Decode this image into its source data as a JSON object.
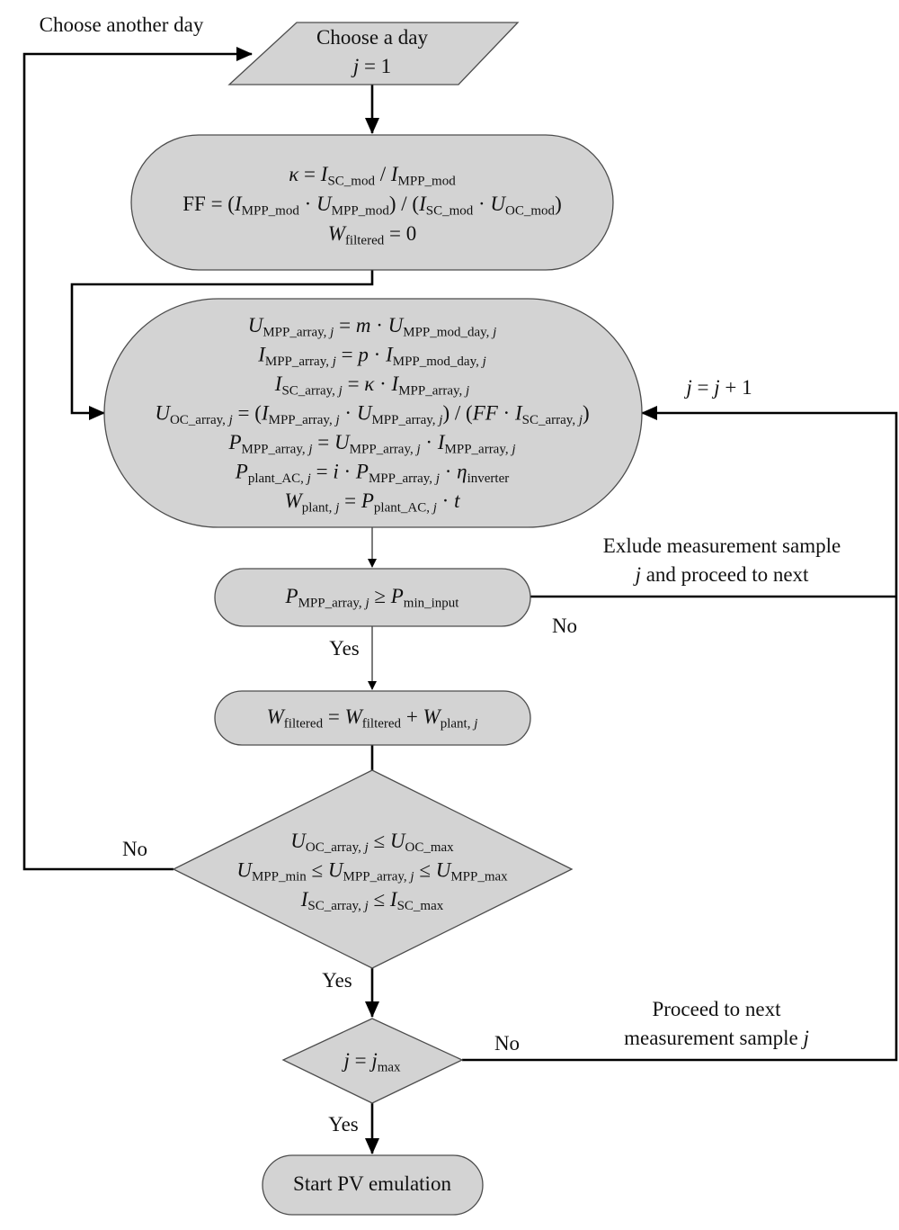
{
  "nodes": {
    "start": {
      "lines": [
        [
          {
            "t": "Choose a day"
          }
        ],
        [
          {
            "t": "j",
            "i": 1
          },
          {
            "t": " = 1"
          }
        ]
      ]
    },
    "init": {
      "lines": [
        [
          {
            "t": "κ",
            "i": 1
          },
          {
            "t": " = "
          },
          {
            "t": "I",
            "i": 1
          },
          {
            "t": "SC_mod",
            "s": 1
          },
          {
            "t": " / "
          },
          {
            "t": "I",
            "i": 1
          },
          {
            "t": "MPP_mod",
            "s": 1
          }
        ],
        [
          {
            "t": "FF = ("
          },
          {
            "t": "I",
            "i": 1
          },
          {
            "t": "MPP_mod",
            "s": 1
          },
          {
            "t": " · "
          },
          {
            "t": "U",
            "i": 1
          },
          {
            "t": "MPP_mod",
            "s": 1
          },
          {
            "t": ") / ("
          },
          {
            "t": "I",
            "i": 1
          },
          {
            "t": "SC_mod",
            "s": 1
          },
          {
            "t": " · "
          },
          {
            "t": "U",
            "i": 1
          },
          {
            "t": "OC_mod",
            "s": 1
          },
          {
            "t": ")"
          }
        ],
        [
          {
            "t": "W",
            "i": 1
          },
          {
            "t": "filtered",
            "s": 1
          },
          {
            "t": " = 0"
          }
        ]
      ]
    },
    "compute": {
      "lines": [
        [
          {
            "t": "U",
            "i": 1
          },
          {
            "t": "MPP_array, ",
            "s": 1
          },
          {
            "t": "j",
            "s": 1,
            "i": 1
          },
          {
            "t": " = "
          },
          {
            "t": "m",
            "i": 1
          },
          {
            "t": " · "
          },
          {
            "t": "U",
            "i": 1
          },
          {
            "t": "MPP_mod_day, ",
            "s": 1
          },
          {
            "t": "j",
            "s": 1,
            "i": 1
          }
        ],
        [
          {
            "t": "I",
            "i": 1
          },
          {
            "t": "MPP_array, ",
            "s": 1
          },
          {
            "t": "j",
            "s": 1,
            "i": 1
          },
          {
            "t": " = "
          },
          {
            "t": "p",
            "i": 1
          },
          {
            "t": " · "
          },
          {
            "t": "I",
            "i": 1
          },
          {
            "t": "MPP_mod_day, ",
            "s": 1
          },
          {
            "t": "j",
            "s": 1,
            "i": 1
          }
        ],
        [
          {
            "t": "I",
            "i": 1
          },
          {
            "t": "SC_array, ",
            "s": 1
          },
          {
            "t": "j",
            "s": 1,
            "i": 1
          },
          {
            "t": " = "
          },
          {
            "t": "κ",
            "i": 1
          },
          {
            "t": "  · "
          },
          {
            "t": "I",
            "i": 1
          },
          {
            "t": "MPP_array, ",
            "s": 1
          },
          {
            "t": "j",
            "s": 1,
            "i": 1
          }
        ],
        [
          {
            "t": "U",
            "i": 1
          },
          {
            "t": "OC_array, ",
            "s": 1
          },
          {
            "t": "j",
            "s": 1,
            "i": 1
          },
          {
            "t": " = ("
          },
          {
            "t": "I",
            "i": 1
          },
          {
            "t": "MPP_array, ",
            "s": 1
          },
          {
            "t": "j",
            "s": 1,
            "i": 1
          },
          {
            "t": " · "
          },
          {
            "t": "U",
            "i": 1
          },
          {
            "t": "MPP_array, ",
            "s": 1
          },
          {
            "t": "j",
            "s": 1,
            "i": 1
          },
          {
            "t": ") / ("
          },
          {
            "t": "FF",
            "i": 1
          },
          {
            "t": " · "
          },
          {
            "t": "I",
            "i": 1
          },
          {
            "t": "SC_array, ",
            "s": 1
          },
          {
            "t": "j",
            "s": 1,
            "i": 1
          },
          {
            "t": ")"
          }
        ],
        [
          {
            "t": "P",
            "i": 1
          },
          {
            "t": "MPP_array, ",
            "s": 1
          },
          {
            "t": "j",
            "s": 1,
            "i": 1
          },
          {
            "t": " = "
          },
          {
            "t": "U",
            "i": 1
          },
          {
            "t": "MPP_array, ",
            "s": 1
          },
          {
            "t": "j",
            "s": 1,
            "i": 1
          },
          {
            "t": " · "
          },
          {
            "t": "I",
            "i": 1
          },
          {
            "t": "MPP_array, ",
            "s": 1
          },
          {
            "t": "j",
            "s": 1,
            "i": 1
          }
        ],
        [
          {
            "t": "P",
            "i": 1
          },
          {
            "t": "plant_AC, ",
            "s": 1
          },
          {
            "t": "j",
            "s": 1,
            "i": 1
          },
          {
            "t": " = "
          },
          {
            "t": "i",
            "i": 1
          },
          {
            "t": " · "
          },
          {
            "t": "P",
            "i": 1
          },
          {
            "t": "MPP_array, ",
            "s": 1
          },
          {
            "t": "j",
            "s": 1,
            "i": 1
          },
          {
            "t": " · "
          },
          {
            "t": "η",
            "i": 1
          },
          {
            "t": "inverter",
            "s": 1
          }
        ],
        [
          {
            "t": "W",
            "i": 1
          },
          {
            "t": "plant, ",
            "s": 1
          },
          {
            "t": "j",
            "s": 1,
            "i": 1
          },
          {
            "t": " = "
          },
          {
            "t": "P",
            "i": 1
          },
          {
            "t": "plant_AC, ",
            "s": 1
          },
          {
            "t": "j",
            "s": 1,
            "i": 1
          },
          {
            "t": " · "
          },
          {
            "t": "t",
            "i": 1
          }
        ]
      ]
    },
    "threshold": {
      "lines": [
        [
          {
            "t": "P",
            "i": 1
          },
          {
            "t": "MPP_array, ",
            "s": 1
          },
          {
            "t": "j",
            "s": 1,
            "i": 1
          },
          {
            "t": " ≥ "
          },
          {
            "t": "P",
            "i": 1
          },
          {
            "t": "min_input",
            "s": 1
          }
        ]
      ]
    },
    "accumulate": {
      "lines": [
        [
          {
            "t": "W",
            "i": 1
          },
          {
            "t": "filtered",
            "s": 1
          },
          {
            "t": "  = "
          },
          {
            "t": "W",
            "i": 1
          },
          {
            "t": "filtered",
            "s": 1
          },
          {
            "t": " + "
          },
          {
            "t": "W",
            "i": 1
          },
          {
            "t": "plant, ",
            "s": 1
          },
          {
            "t": "j",
            "s": 1,
            "i": 1
          }
        ]
      ]
    },
    "limits": {
      "lines": [
        [
          {
            "t": "U",
            "i": 1
          },
          {
            "t": "OC_array, ",
            "s": 1
          },
          {
            "t": "j",
            "s": 1,
            "i": 1
          },
          {
            "t": " ≤ "
          },
          {
            "t": "U",
            "i": 1
          },
          {
            "t": "OC_max",
            "s": 1
          }
        ],
        [
          {
            "t": "U",
            "i": 1
          },
          {
            "t": "MPP_min",
            "s": 1
          },
          {
            "t": " ≤ "
          },
          {
            "t": "U",
            "i": 1
          },
          {
            "t": "MPP_array, ",
            "s": 1
          },
          {
            "t": "j",
            "s": 1,
            "i": 1
          },
          {
            "t": " ≤ "
          },
          {
            "t": "U",
            "i": 1
          },
          {
            "t": "MPP_max",
            "s": 1
          }
        ],
        [
          {
            "t": "I",
            "i": 1
          },
          {
            "t": "SC_array, ",
            "s": 1
          },
          {
            "t": "j",
            "s": 1,
            "i": 1
          },
          {
            "t": " ≤ "
          },
          {
            "t": "I",
            "i": 1
          },
          {
            "t": "SC_max",
            "s": 1
          }
        ]
      ]
    },
    "last_check": {
      "lines": [
        [
          {
            "t": "j",
            "i": 1
          },
          {
            "t": " = "
          },
          {
            "t": "j",
            "i": 1
          },
          {
            "t": "max",
            "s": 1
          }
        ]
      ]
    },
    "end": {
      "lines": [
        [
          {
            "t": "Start PV emulation"
          }
        ]
      ]
    }
  },
  "edge_labels": {
    "choose_another_day": [
      [
        {
          "t": "Choose another day"
        }
      ]
    ],
    "j_increment": [
      [
        {
          "t": "j",
          "i": 1
        },
        {
          "t": " = "
        },
        {
          "t": "j",
          "i": 1
        },
        {
          "t": " + 1"
        }
      ]
    ],
    "exclude_sample": [
      [
        {
          "t": "Exlude measurement sample"
        }
      ],
      [
        {
          "t": "j",
          "i": 1
        },
        {
          "t": " and proceed to next"
        }
      ]
    ],
    "threshold_no": [
      [
        {
          "t": "No"
        }
      ]
    ],
    "threshold_yes": [
      [
        {
          "t": "Yes"
        }
      ]
    ],
    "limits_no": [
      [
        {
          "t": "No"
        }
      ]
    ],
    "limits_yes": [
      [
        {
          "t": "Yes"
        }
      ]
    ],
    "proceed_next": [
      [
        {
          "t": "Proceed to next"
        }
      ],
      [
        {
          "t": "measurement sample "
        },
        {
          "t": "j",
          "i": 1
        }
      ]
    ],
    "last_no": [
      [
        {
          "t": "No"
        }
      ]
    ],
    "last_yes": [
      [
        {
          "t": "Yes"
        }
      ]
    ]
  },
  "colors": {
    "node_fill": "#d3d3d3",
    "node_stroke": "#4d4d4d",
    "arrow": "#000000",
    "text": "#111111"
  }
}
